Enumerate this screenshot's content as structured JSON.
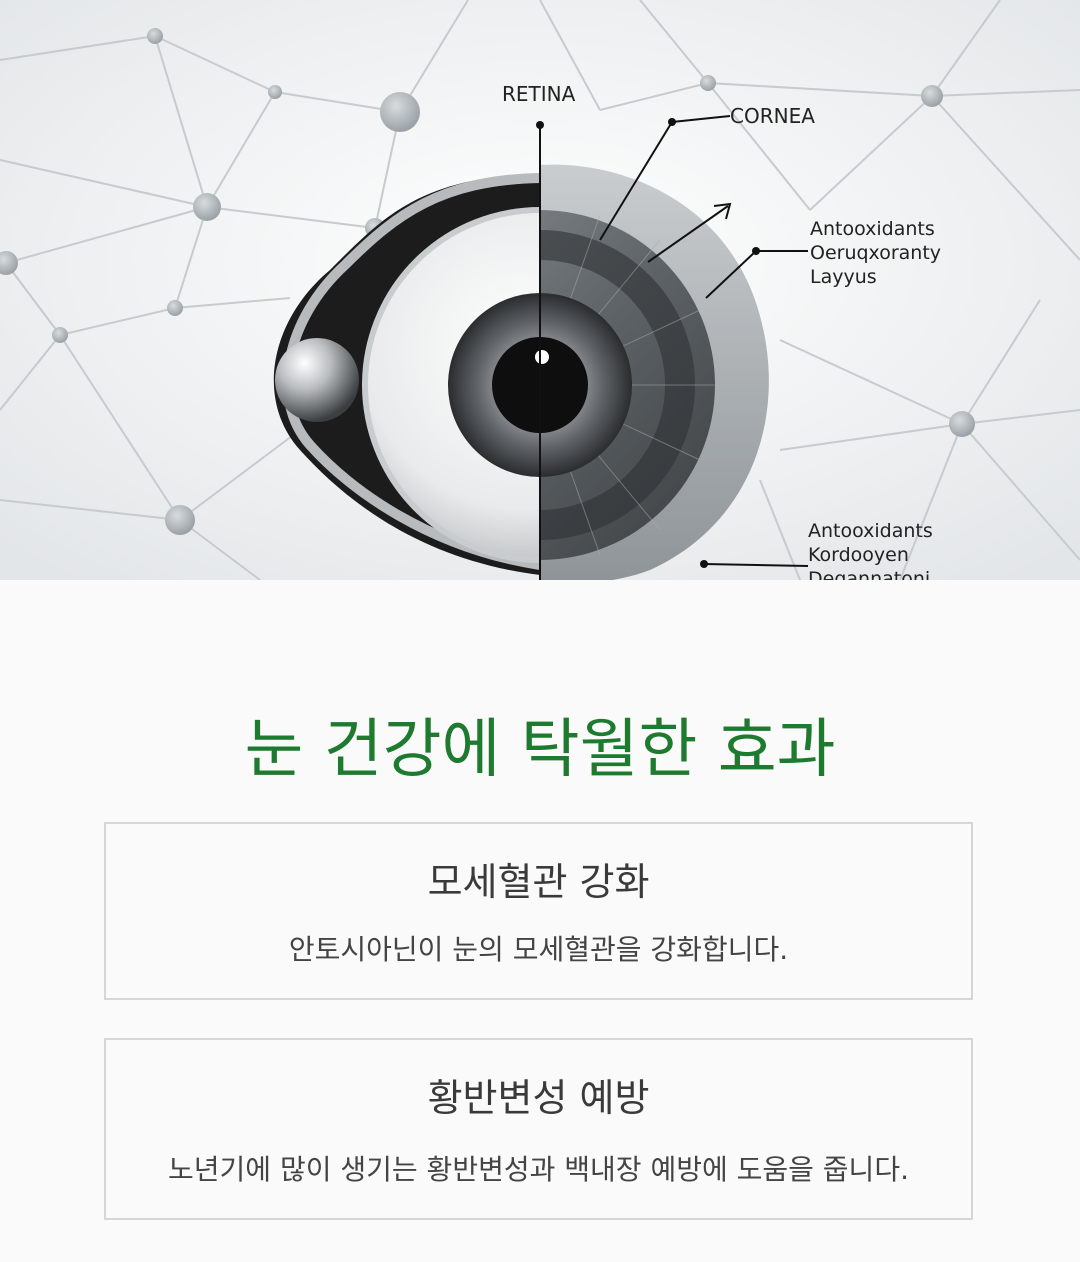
{
  "illustration": {
    "labels": {
      "retina": "RETINA",
      "cornea": "CORNEA",
      "annotation_1": [
        "Antooxidants",
        "Oeruqxoranty",
        "Layyus"
      ],
      "annotation_2": [
        "Antooxidants",
        "Kordooyen",
        "Degannatoni"
      ]
    },
    "icons": [
      "network-background",
      "eye-illustration",
      "arrow-icon"
    ]
  },
  "section": {
    "title": "눈 건강에 탁월한 효과",
    "title_color": "#1d7a2f"
  },
  "cards": [
    {
      "title": "모세혈관 강화",
      "text": "안토시아닌이 눈의 모세혈관을 강화합니다."
    },
    {
      "title": "황반변성 예방",
      "text": "노년기에 많이 생기는 황반변성과 백내장 예방에 도움을 줍니다."
    }
  ]
}
